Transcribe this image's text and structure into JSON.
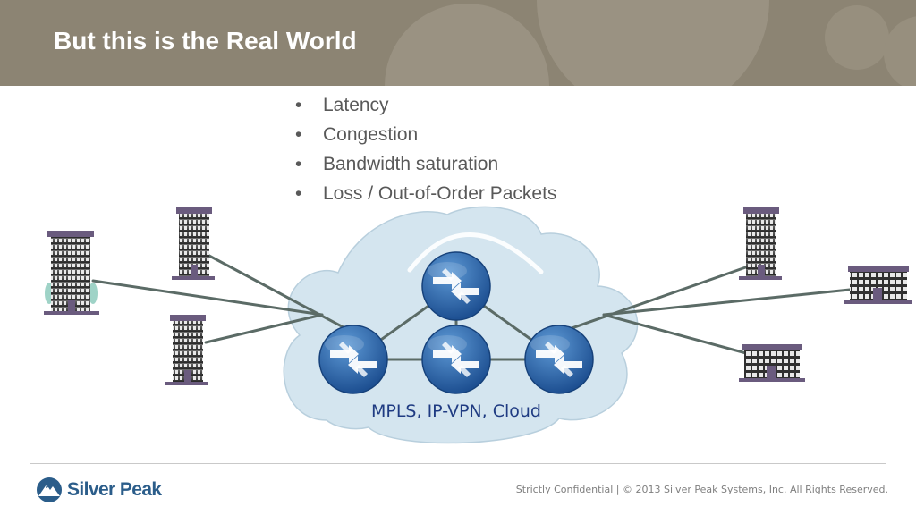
{
  "header": {
    "title": "But this is the Real World"
  },
  "bullets": [
    "Latency",
    "Congestion",
    "Bandwidth saturation",
    "Loss / Out-of-Order Packets"
  ],
  "diagram": {
    "cloud_label": "MPLS, IP-VPN, Cloud"
  },
  "footer": {
    "logo_text": "Silver Peak",
    "confidential": "Strictly Confidential  |  © 2013 Silver Peak Systems, Inc.  All Rights Reserved."
  },
  "colors": {
    "header_bg": "#8c8473",
    "cloud_fill": "#d4e5ef",
    "router_fill": "#2d6fb4",
    "link_line": "#5b6b66",
    "cloud_label": "#1f3b82",
    "logo_blue": "#2b5d8a"
  }
}
